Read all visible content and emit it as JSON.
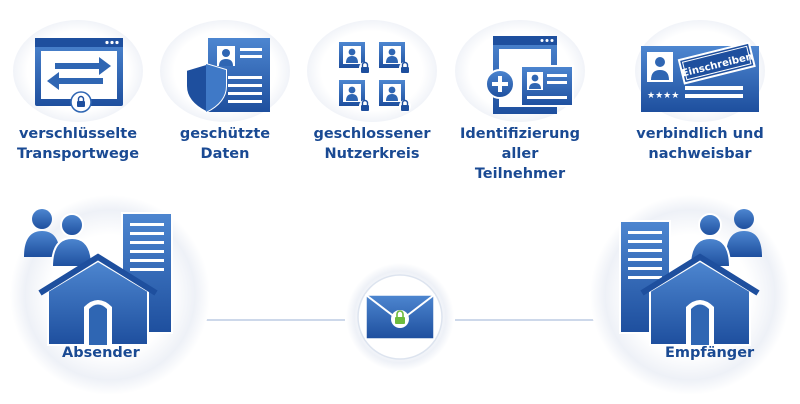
{
  "features": [
    {
      "icon": "transfer-window-lock-icon",
      "label_lines": [
        "verschlüsselte",
        "Transportwege"
      ]
    },
    {
      "icon": "shield-id-card-icon",
      "label_lines": [
        "geschützte",
        "Daten"
      ]
    },
    {
      "icon": "locked-user-cards-icon",
      "label_lines": [
        "geschlossener",
        "Nutzerkreis"
      ]
    },
    {
      "icon": "add-identity-window-icon",
      "label_lines": [
        "Identifizierung aller",
        "Teilnehmer"
      ]
    },
    {
      "icon": "registered-mail-icon",
      "label_lines": [
        "verbindlich und",
        "nachweisbar"
      ],
      "stamp_text": "Einschreiben",
      "card_code": "★★★★"
    }
  ],
  "sender": {
    "label": "Absender",
    "icon": "sender-people-buildings-icon"
  },
  "recipient": {
    "label": "Empfänger",
    "icon": "recipient-people-buildings-icon"
  },
  "envelope": {
    "icon": "locked-envelope-icon"
  },
  "colors": {
    "primary": "#2f66b3",
    "dark": "#1a4a93",
    "line": "#cdd8ea",
    "lock": "#6dbb3f"
  }
}
